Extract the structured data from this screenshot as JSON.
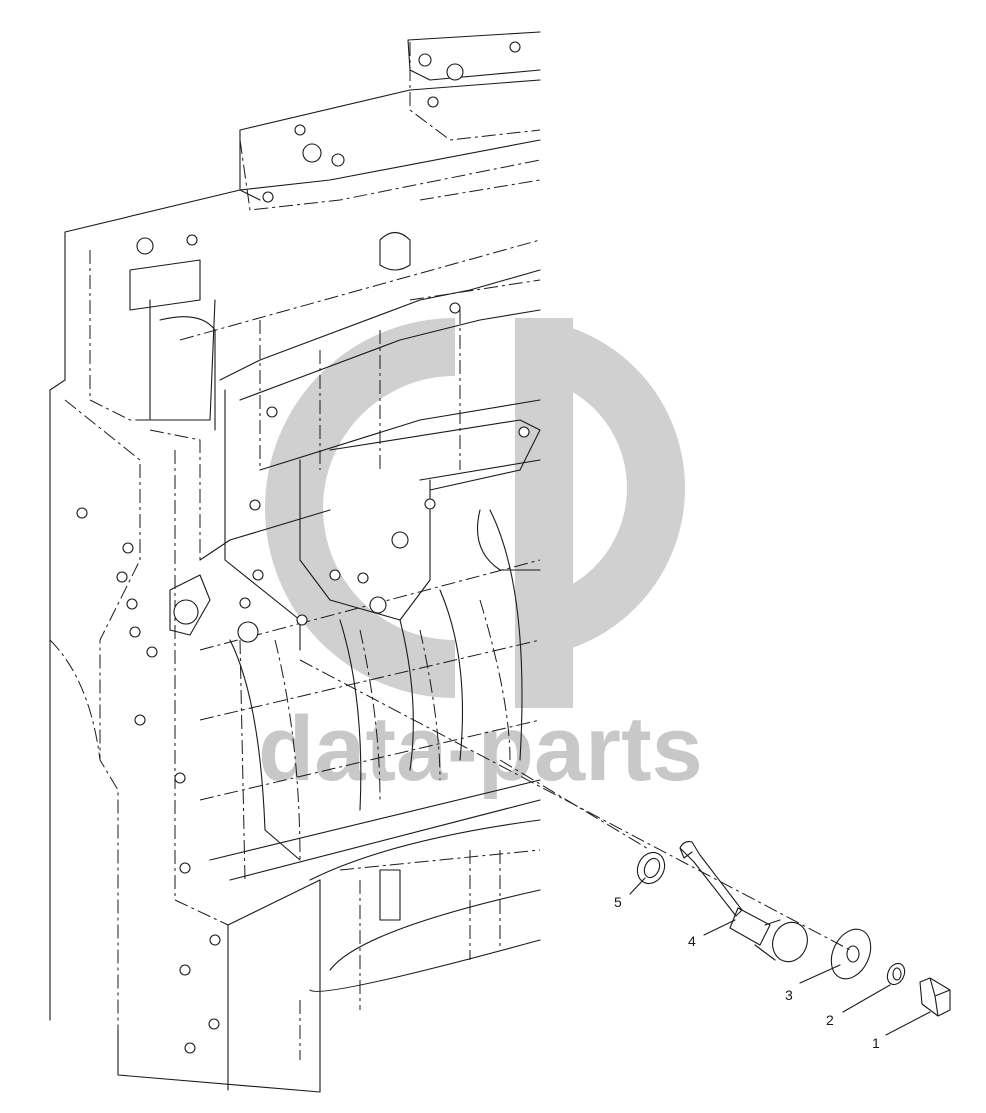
{
  "watermark": {
    "text": "data-parts",
    "color": "#c8c8c8"
  },
  "callouts": [
    {
      "number": "1"
    },
    {
      "number": "2"
    },
    {
      "number": "3"
    },
    {
      "number": "4"
    },
    {
      "number": "5"
    }
  ],
  "colors": {
    "line": "#1a1a1a",
    "background": "#ffffff"
  }
}
